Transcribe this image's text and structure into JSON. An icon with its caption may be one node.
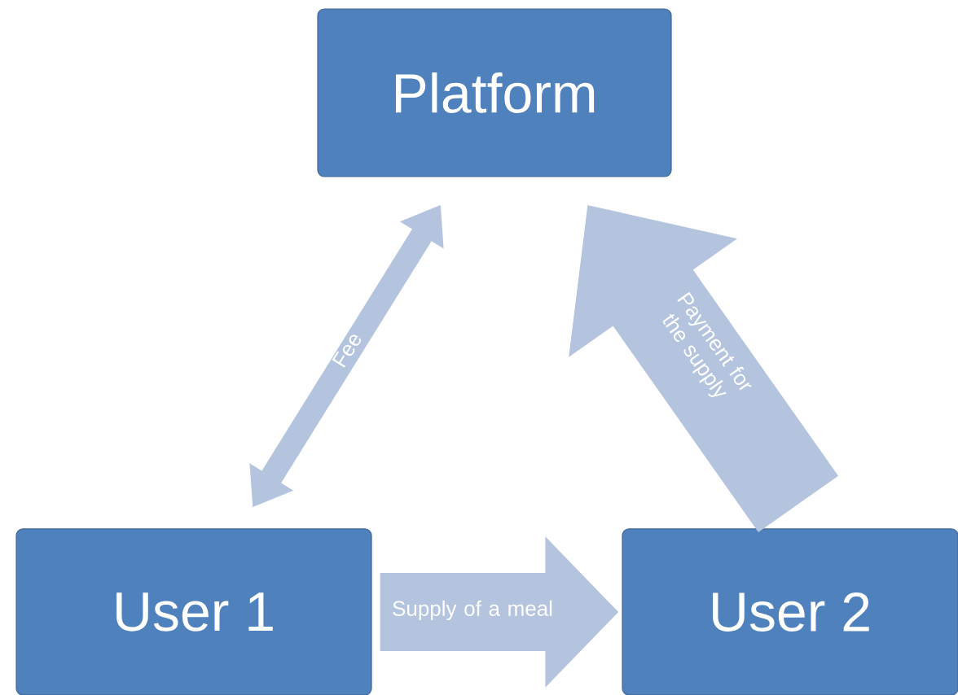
{
  "diagram": {
    "nodes": [
      {
        "text": [
          "Platform"
        ]
      },
      {
        "text": [
          "User 1"
        ]
      },
      {
        "text": [
          "User 2"
        ]
      }
    ],
    "edges": [
      {
        "from": 1,
        "to": 0,
        "arrow": "both",
        "label": "Fee"
      },
      {
        "from": 1,
        "to": 2,
        "arrow": "to",
        "label": "Supply of a meal"
      },
      {
        "from": 2,
        "to": 0,
        "arrow": "to",
        "label": "Payment for the supply"
      }
    ]
  }
}
